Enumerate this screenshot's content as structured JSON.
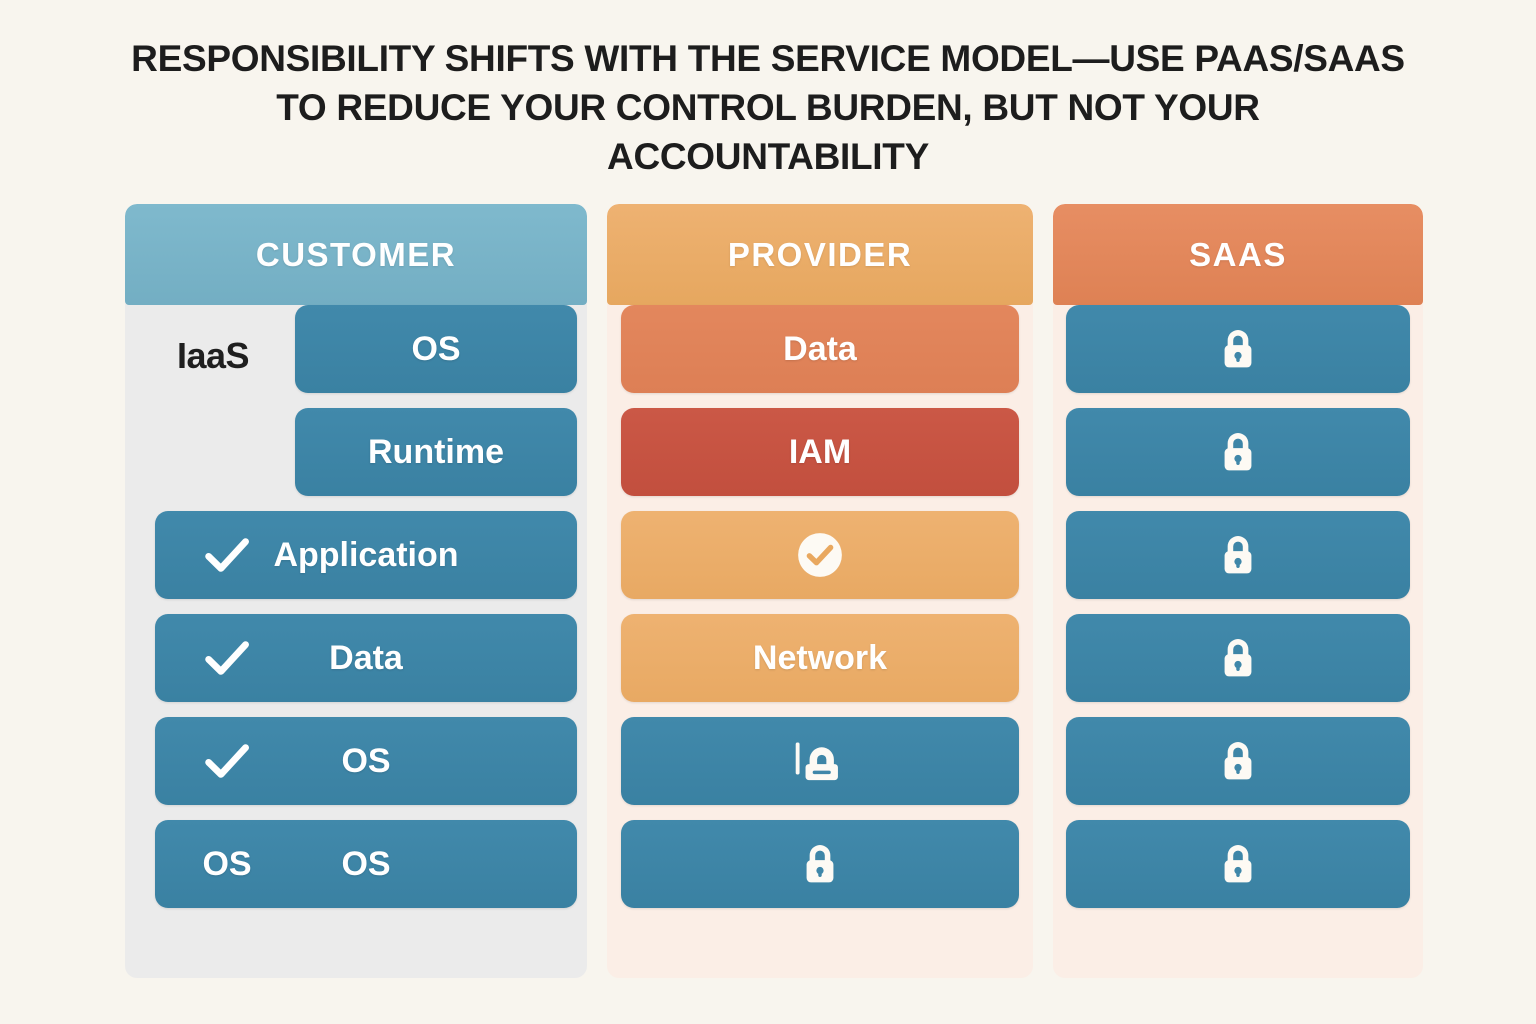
{
  "title": "Responsibility shifts with the service model—use PaaS/SaaS to reduce your control burden, but not your accountability",
  "colors": {
    "background": "#f8f5ee",
    "header_customer": "#7ab5ca",
    "header_provider": "#eaad67",
    "header_saas": "#e2885c",
    "pill_blue": "#3d86a8",
    "pill_salmon": "#e0855c",
    "pill_red": "#c75442",
    "pill_amber": "#eaad67",
    "panel_customer": "#ebebeb",
    "panel_warm": "#fbeee6",
    "title_text": "#1d1d1d",
    "pill_text": "#ffffff"
  },
  "columns": [
    {
      "key": "customer",
      "header": "CUSTOMER",
      "side_label": "IaaS",
      "rows": [
        {
          "label": "OS",
          "lead": "",
          "indented": true,
          "color": "blue"
        },
        {
          "label": "Runtime",
          "lead": "",
          "indented": true,
          "color": "blue"
        },
        {
          "label": "Application",
          "lead": "check",
          "indented": false,
          "color": "blue"
        },
        {
          "label": "Data",
          "lead": "check",
          "indented": false,
          "color": "blue"
        },
        {
          "label": "OS",
          "lead": "check",
          "indented": false,
          "color": "blue"
        },
        {
          "label": "OS",
          "lead": "OS",
          "indented": false,
          "color": "blue"
        }
      ]
    },
    {
      "key": "provider",
      "header": "PROVIDER",
      "side_label": "",
      "rows": [
        {
          "label": "Data",
          "icon": "",
          "color": "salmon"
        },
        {
          "label": "IAM",
          "icon": "",
          "color": "red"
        },
        {
          "label": "",
          "icon": "check-circle",
          "color": "amber"
        },
        {
          "label": "Network",
          "icon": "",
          "color": "amber"
        },
        {
          "label": "",
          "icon": "glitch-lock",
          "color": "blue"
        },
        {
          "label": "",
          "icon": "lock",
          "color": "blue"
        }
      ]
    },
    {
      "key": "saas",
      "header": "SaaS",
      "side_label": "",
      "rows": [
        {
          "label": "",
          "icon": "lock",
          "color": "blue"
        },
        {
          "label": "",
          "icon": "lock",
          "color": "blue"
        },
        {
          "label": "",
          "icon": "lock",
          "color": "blue"
        },
        {
          "label": "",
          "icon": "lock",
          "color": "blue"
        },
        {
          "label": "",
          "icon": "lock",
          "color": "blue"
        },
        {
          "label": "",
          "icon": "lock",
          "color": "blue"
        }
      ]
    }
  ]
}
